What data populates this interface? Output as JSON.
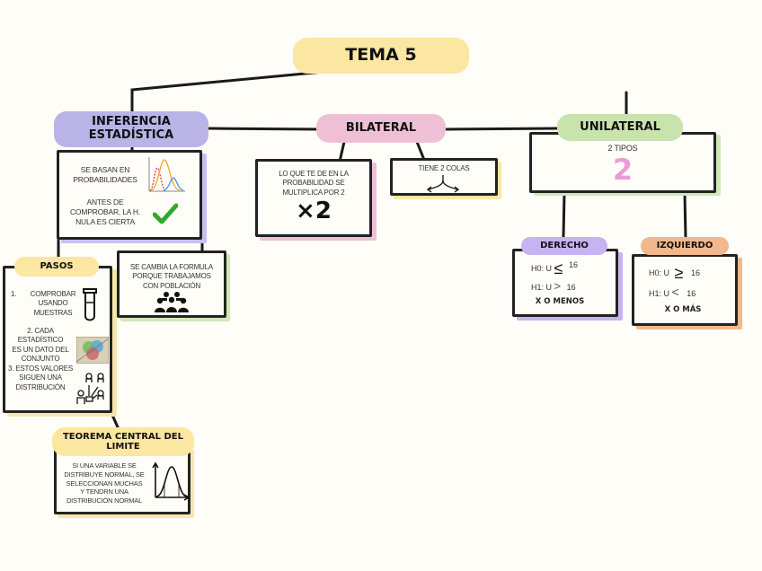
{
  "colors": {
    "background": "#fefdf7",
    "tema": "#fbe6a2",
    "inferencia": "#b9b3e8",
    "bilateral": "#efbfd6",
    "unilateral": "#c9e3ac",
    "derecho": "#c7b2f2",
    "izquierdo": "#f2b88b",
    "pasos": "#fbe6a2",
    "teorema": "#fbe6a2",
    "pink_digit": "#ee9ad6",
    "check_green": "#2eaa2e"
  },
  "root": {
    "title": "TEMA 5"
  },
  "inferencia": {
    "title_line1": "INFERENCIA",
    "title_line2": "ESTADÍSTICA",
    "box": {
      "text1_line1": "SE BASAN EN",
      "text1_line2": "PROBABILIDADES",
      "text2_line1": "ANTES DE",
      "text2_line2": "COMPROBAR, LA H.",
      "text2_line3": "NULA ES CIERTA",
      "chart_icon": "distribution-curves-icon",
      "check_icon": "checkmark-icon"
    }
  },
  "poblacion": {
    "line1": "SE CAMBIA LA FORMULA",
    "line2": "PORQUE TRABAJAMOS",
    "line3": "CON POBLACIÓN",
    "icon": "crowd-icon"
  },
  "pasos": {
    "title": "PASOS",
    "steps": [
      {
        "number": "1.",
        "line1": "COMPROBAR",
        "line2": "USANDO",
        "line3": "MUESTRAS",
        "icon": "test-tube-icon"
      },
      {
        "line1": "2. CADA ESTADÍSTICO",
        "line2": "ES UN DATO DEL",
        "line3": "CONJUNTO",
        "icon": "venn-map-icon"
      },
      {
        "line1": "3. ESTOS VALORES",
        "line2": "SIGUEN UNA",
        "line3": "DISTRIBUCIÓN",
        "icon": "presenter-distribution-icon"
      }
    ]
  },
  "teorema": {
    "title_line1": "TEOREMA CENTRAL DEL",
    "title_line2": "LIMITE",
    "line1": "SI UNA VARIABLE SE",
    "line2": "DISTRIBUYE NORMAL, SE",
    "line3": "SELECCIONAN MUCHAS",
    "line4": "Y TENDRN UNA",
    "line5": "DISTRIBUCION NORMAL",
    "icon": "normal-curve-icon"
  },
  "bilateral": {
    "title": "BILATERAL",
    "box1": {
      "line1": "LO QUE TE DE EN LA",
      "line2": "PROBABILIDAD SE",
      "line3": "MULTIPLICA POR 2",
      "big_text": "×2"
    },
    "box2": {
      "text": "TIENE 2 COLAS",
      "icon": "split-arrow-icon"
    }
  },
  "unilateral": {
    "title": "UNILATERAL",
    "subtitle": "2 TIPOS",
    "big_digit": "2"
  },
  "derecho": {
    "title": "DERECHO",
    "h0_prefix": "H0: U",
    "h0_symbol": "≤",
    "h0_value": "16",
    "h1_prefix": "H1: U",
    "h1_symbol": ">",
    "h1_value": "16",
    "footer": "X O MENOS"
  },
  "izquierdo": {
    "title": "IZQUIERDO",
    "h0_prefix": "H0: U",
    "h0_symbol": "≥",
    "h0_value": "16",
    "h1_prefix": "H1: U",
    "h1_symbol": "<",
    "h1_value": "16",
    "footer": "X O MÁS"
  }
}
